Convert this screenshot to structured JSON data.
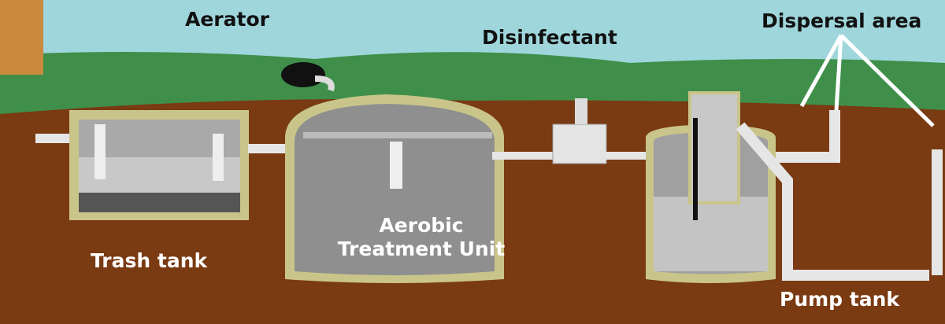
{
  "labels": {
    "aerator": "Aerator",
    "disinfectant": "Disinfectant",
    "dispersal_area": "Dispersal area",
    "trash_tank": "Trash tank",
    "aerobic_unit_line1": "Aerobic",
    "aerobic_unit_line2": "Treatment Unit",
    "pump_tank": "Pump tank"
  },
  "colors": {
    "sky": "#9fd6dc",
    "grass": "#3f8f4a",
    "soil": "#7a3a12",
    "tank_rim": "#c9c58a",
    "tank_body": "#8f8f8f",
    "pipe": "#e6e6e6"
  }
}
